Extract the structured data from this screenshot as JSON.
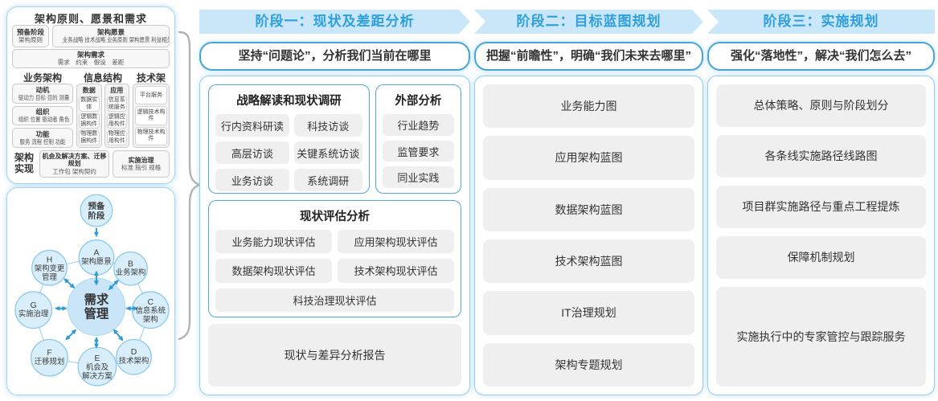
{
  "colors": {
    "band_bg": "#c9e7f8",
    "band_text": "#2f9fdc",
    "panel_border": "#a6d4ef",
    "group_border": "#4fa9da",
    "item_bg": "#efefef",
    "circle_fill": "#d9eefb",
    "circle_stroke": "#85c6ea",
    "arrow_blue": "#2e9bd6",
    "brace_gray": "#b3b3b3"
  },
  "left_top": {
    "title": "架构原则、愿景和需求",
    "prep_title": "预备阶段",
    "prep_text": "架构原则",
    "vision_title": "架构愿景",
    "vision_text": "业务战略 技术战略 业务原则 架构愿景 利益相关者",
    "req_title": "架构需求",
    "req_text": "需求　约束　假设　差距",
    "biz_title": "业务架构",
    "biz_groups": [
      {
        "t": "动机",
        "d": "驱动力 目标 目的 测量"
      },
      {
        "t": "组织",
        "d": "组织 位置 驱动者 角色"
      },
      {
        "t": "功能",
        "d": "服务 流程 控制 功能"
      }
    ],
    "info_title": "信息结构",
    "info_data_title": "数据",
    "info_data_items": [
      "数据实体",
      "逻辑数据构件",
      "物理数据构件"
    ],
    "info_app_title": "应用",
    "info_app_items": [
      "信息系统服务",
      "逻辑应用构件",
      "物理应用构件"
    ],
    "tech_title": "技术架构",
    "tech_items": [
      "平台服务",
      "逻辑技术构件",
      "物理技术构件"
    ],
    "impl_label": "架构实现",
    "impl_box1_title": "机会及解决方案、迁移规划",
    "impl_box1_text": "工作包 架构契约",
    "impl_box2_title": "实施治理",
    "impl_box2_text": "标准 指引 规格"
  },
  "adm": {
    "prep_lines": [
      "预备",
      "阶段"
    ],
    "center_lines": [
      "需求",
      "管理"
    ],
    "nodes": {
      "a": [
        "A",
        "架构愿景"
      ],
      "b": [
        "B",
        "业务架构"
      ],
      "c": [
        "C",
        "信息系统",
        "架构"
      ],
      "d": [
        "D",
        "技术架构"
      ],
      "e": [
        "E",
        "机会及",
        "解决方案"
      ],
      "f": [
        "F",
        "迁移规划"
      ],
      "g": [
        "G",
        "实施治理"
      ],
      "h": [
        "H",
        "架构变更",
        "管理"
      ]
    }
  },
  "phases": [
    {
      "header": "阶段一：现状及差距分析",
      "subtitle": "坚持“问题论”，分析我们当前在哪里",
      "group1_title": "战略解读和现状调研",
      "group1_items": [
        "行内资料研读",
        "科技访谈",
        "高层访谈",
        "关键系统访谈",
        "业务访谈",
        "系统调研"
      ],
      "group2_title": "外部分析",
      "group2_items": [
        "行业趋势",
        "监管要求",
        "同业实践"
      ],
      "group3_title": "现状评估分析",
      "group3_items": [
        "业务能力现状评估",
        "应用架构现状评估",
        "数据架构现状评估",
        "技术架构现状评估",
        "科技治理现状评估"
      ],
      "report": "现状与差异分析报告"
    },
    {
      "header": "阶段二：目标蓝图规划",
      "subtitle": "把握“前瞻性”，明确“我们未来去哪里”",
      "items": [
        "业务能力图",
        "应用架构蓝图",
        "数据架构蓝图",
        "技术架构蓝图",
        "IT治理规划",
        "架构专题规划"
      ]
    },
    {
      "header": "阶段三：实施规划",
      "subtitle": "强化“落地性”，解决“我们怎么去”",
      "items": [
        "总体策略、原则与阶段划分",
        "各条线实施路径线路图",
        "项目群实施路径与重点工程提炼",
        "保障机制规划"
      ],
      "tall_item": "实施执行中的专家管控与跟踪服务"
    }
  ]
}
